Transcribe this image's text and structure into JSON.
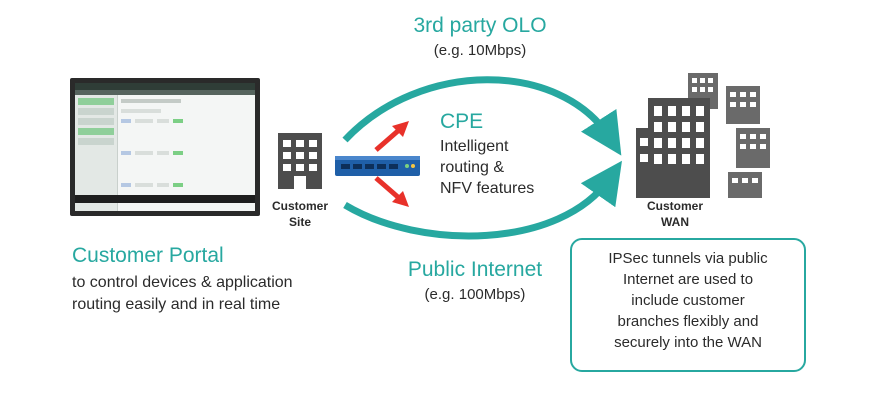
{
  "top_link": {
    "title": "3rd party OLO",
    "subtitle": "(e.g. 10Mbps)"
  },
  "bottom_link": {
    "title": "Public Internet",
    "subtitle": "(e.g. 100Mbps)"
  },
  "cpe": {
    "title": "CPE",
    "lines": [
      "Intelligent",
      "routing &",
      "NFV features"
    ]
  },
  "customer_site": {
    "lines": [
      "Customer",
      "Site"
    ]
  },
  "customer_wan": {
    "lines": [
      "Customer",
      "WAN"
    ]
  },
  "portal": {
    "title": "Customer Portal",
    "lines": [
      "to control devices & application",
      "routing easily and in real time"
    ]
  },
  "wan_note": {
    "lines": [
      "IPSec tunnels via public",
      "Internet are used to",
      "include customer",
      "branches flexibly and",
      "securely into the WAN"
    ]
  },
  "colors": {
    "teal": "#27a8a0",
    "red": "#e8312a",
    "router_blue": "#1f5fa8",
    "building_gray": "#4d4d4d"
  }
}
